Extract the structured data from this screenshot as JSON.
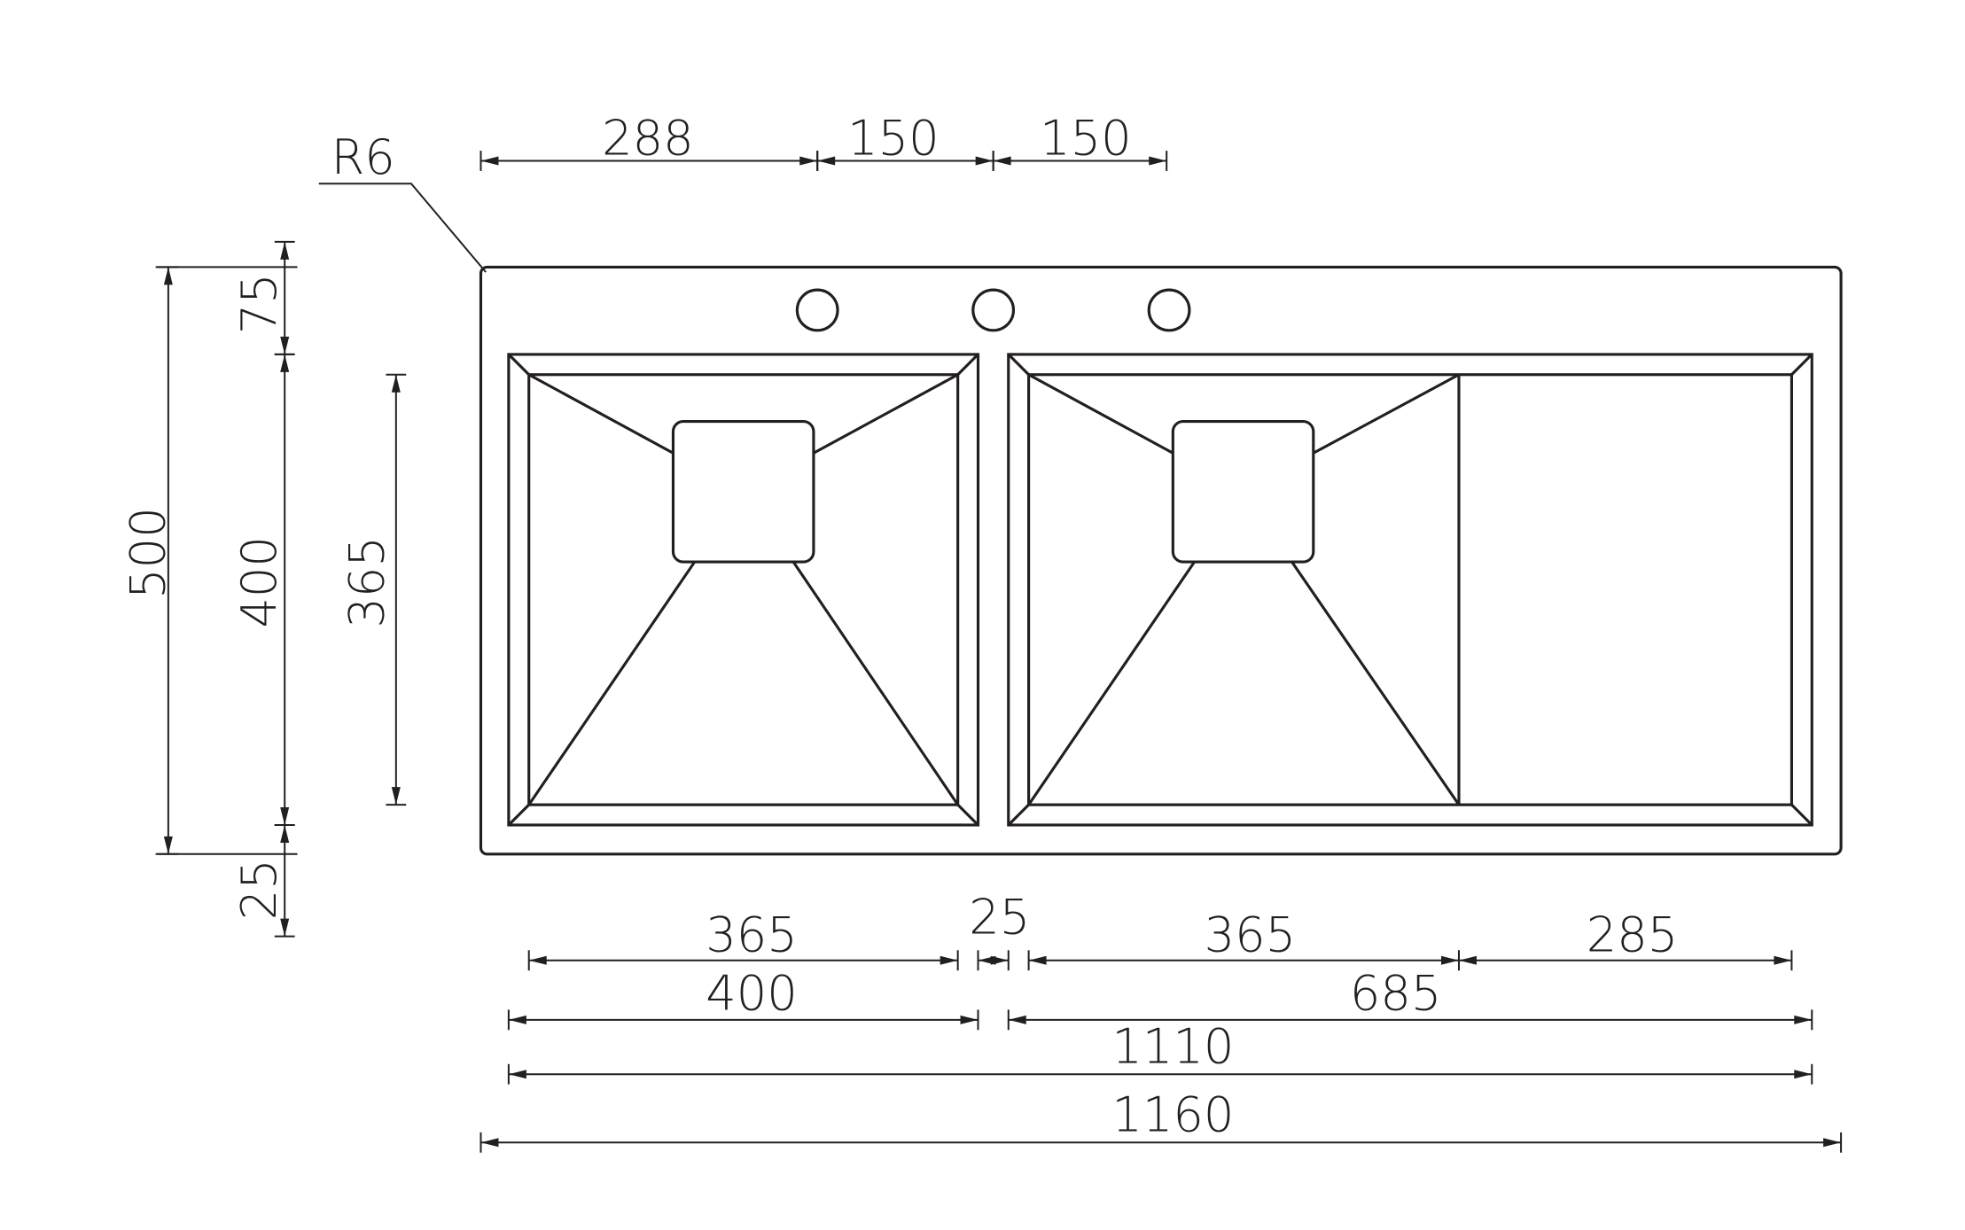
{
  "radius_label": "R6",
  "top_dims": [
    "288",
    "150",
    "150"
  ],
  "left_dims": {
    "total": "500",
    "top_margin": "75",
    "bowl": "400",
    "bottom_margin": "25",
    "inner_bowl": "365"
  },
  "bottom_dims": {
    "row1": [
      "365",
      "25",
      "365",
      "285"
    ],
    "row2": [
      "400",
      "685"
    ],
    "row3": "1110",
    "row4": "1160"
  },
  "colors": {
    "line": "#231f20",
    "background": "#ffffff"
  }
}
